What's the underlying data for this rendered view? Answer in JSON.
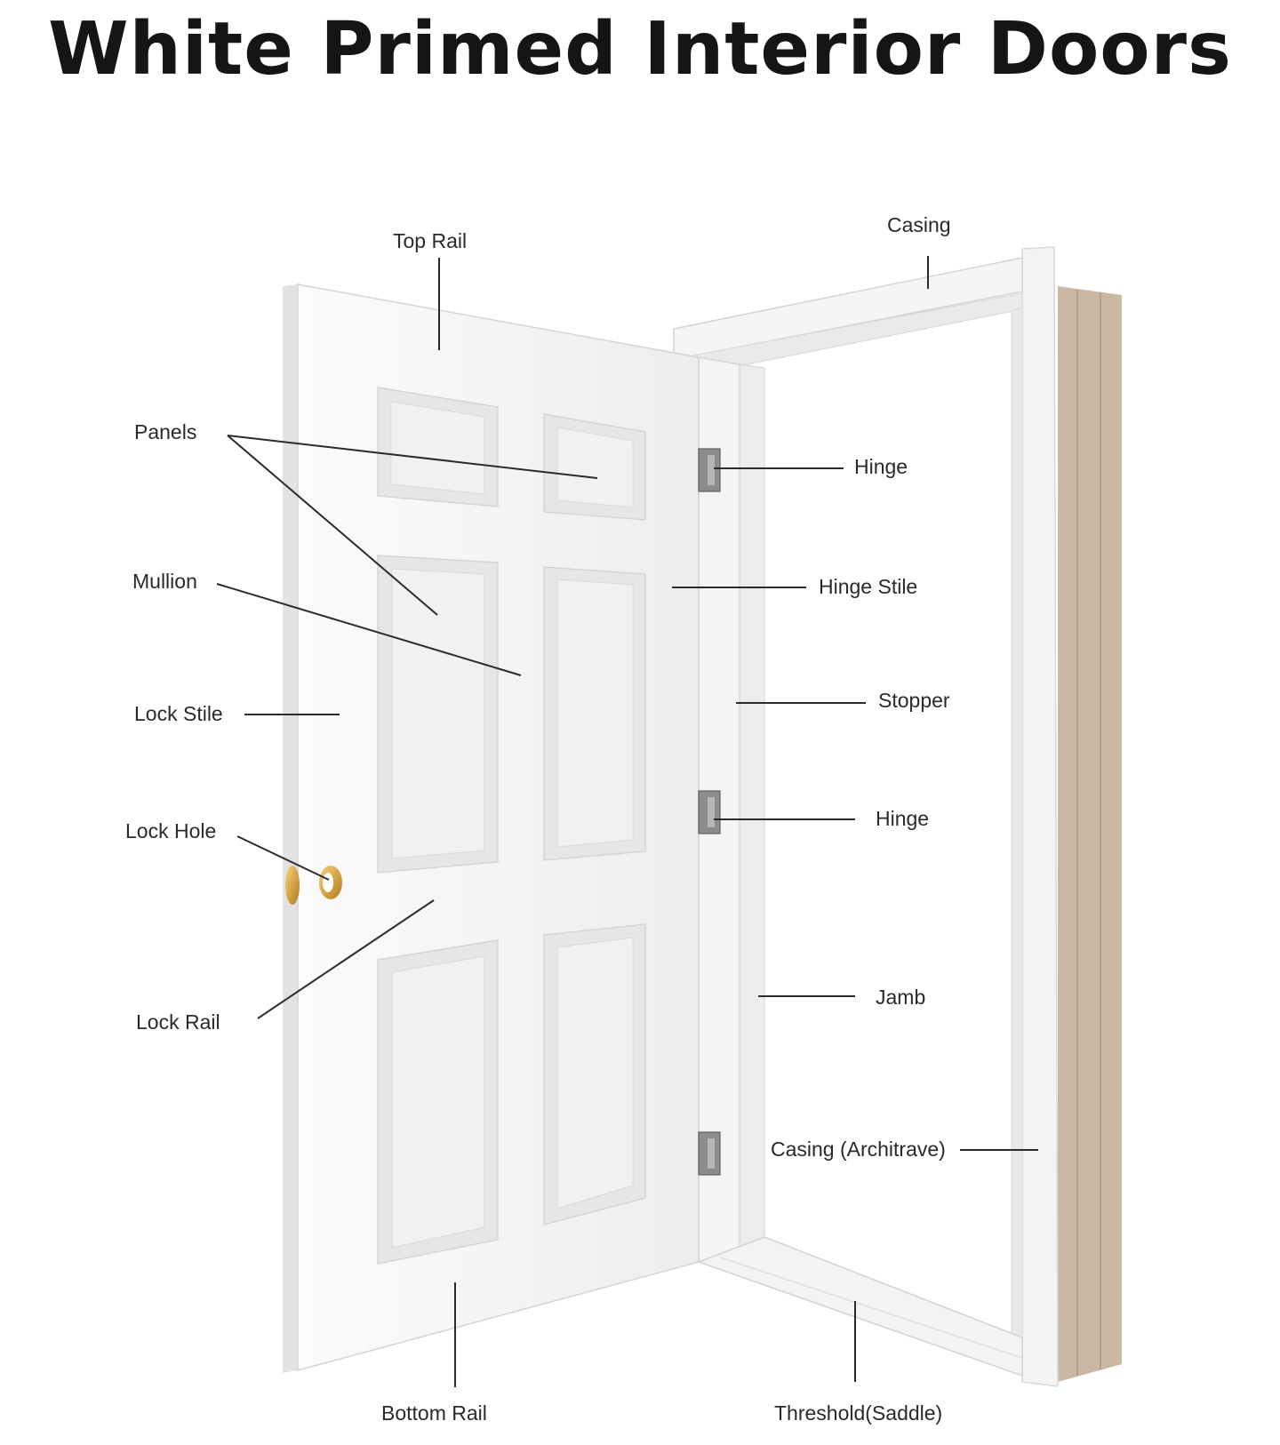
{
  "title": "White Primed Interior Doors",
  "colors": {
    "door": "#f4f4f4",
    "door_shade": "#e7e7e7",
    "panel_face": "#ececec",
    "frame": "#f6f6f6",
    "casing_side": "#cbb8a3",
    "hinge": "#8c8c8c",
    "knob": "#d9a33a",
    "leader_line": "#2b2b2b"
  },
  "labels": {
    "top_rail": "Top Rail",
    "casing_top": "Casing",
    "panels": "Panels",
    "hinge_top": "Hinge",
    "mullion": "Mullion",
    "hinge_stile": "Hinge Stile",
    "lock_stile": "Lock Stile",
    "stopper": "Stopper",
    "lock_hole": "Lock Hole",
    "hinge_middle": "Hinge",
    "lock_rail": "Lock Rail",
    "jamb": "Jamb",
    "casing_architrave": "Casing (Architrave)",
    "bottom_rail": "Bottom Rail",
    "threshold": "Threshold(Saddle)"
  }
}
